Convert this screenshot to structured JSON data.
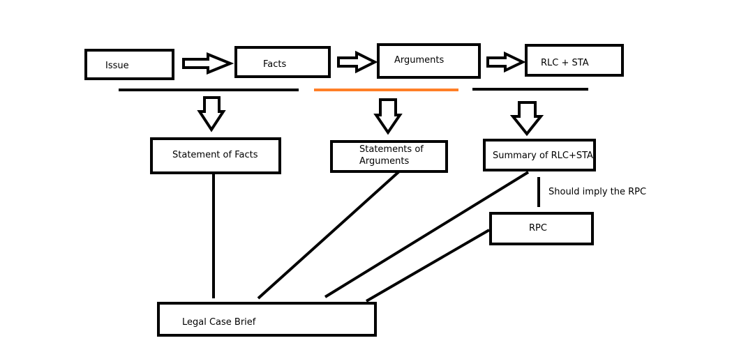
{
  "diagram": {
    "nodes": {
      "issue": "Issue",
      "facts": "Facts",
      "arguments": "Arguments",
      "rlc_sta": "RLC + STA",
      "statement_of_facts": "Statement of Facts",
      "statements_of_arguments": "Statements of\nArguments",
      "summary": "Summary of RLC+STA",
      "rpc": "RPC",
      "brief": "Legal Case Brief"
    },
    "edge_label": "Should imply the RPC",
    "colors": {
      "stroke": "#000000",
      "highlight": "#ff7f27",
      "background": "#ffffff"
    }
  }
}
